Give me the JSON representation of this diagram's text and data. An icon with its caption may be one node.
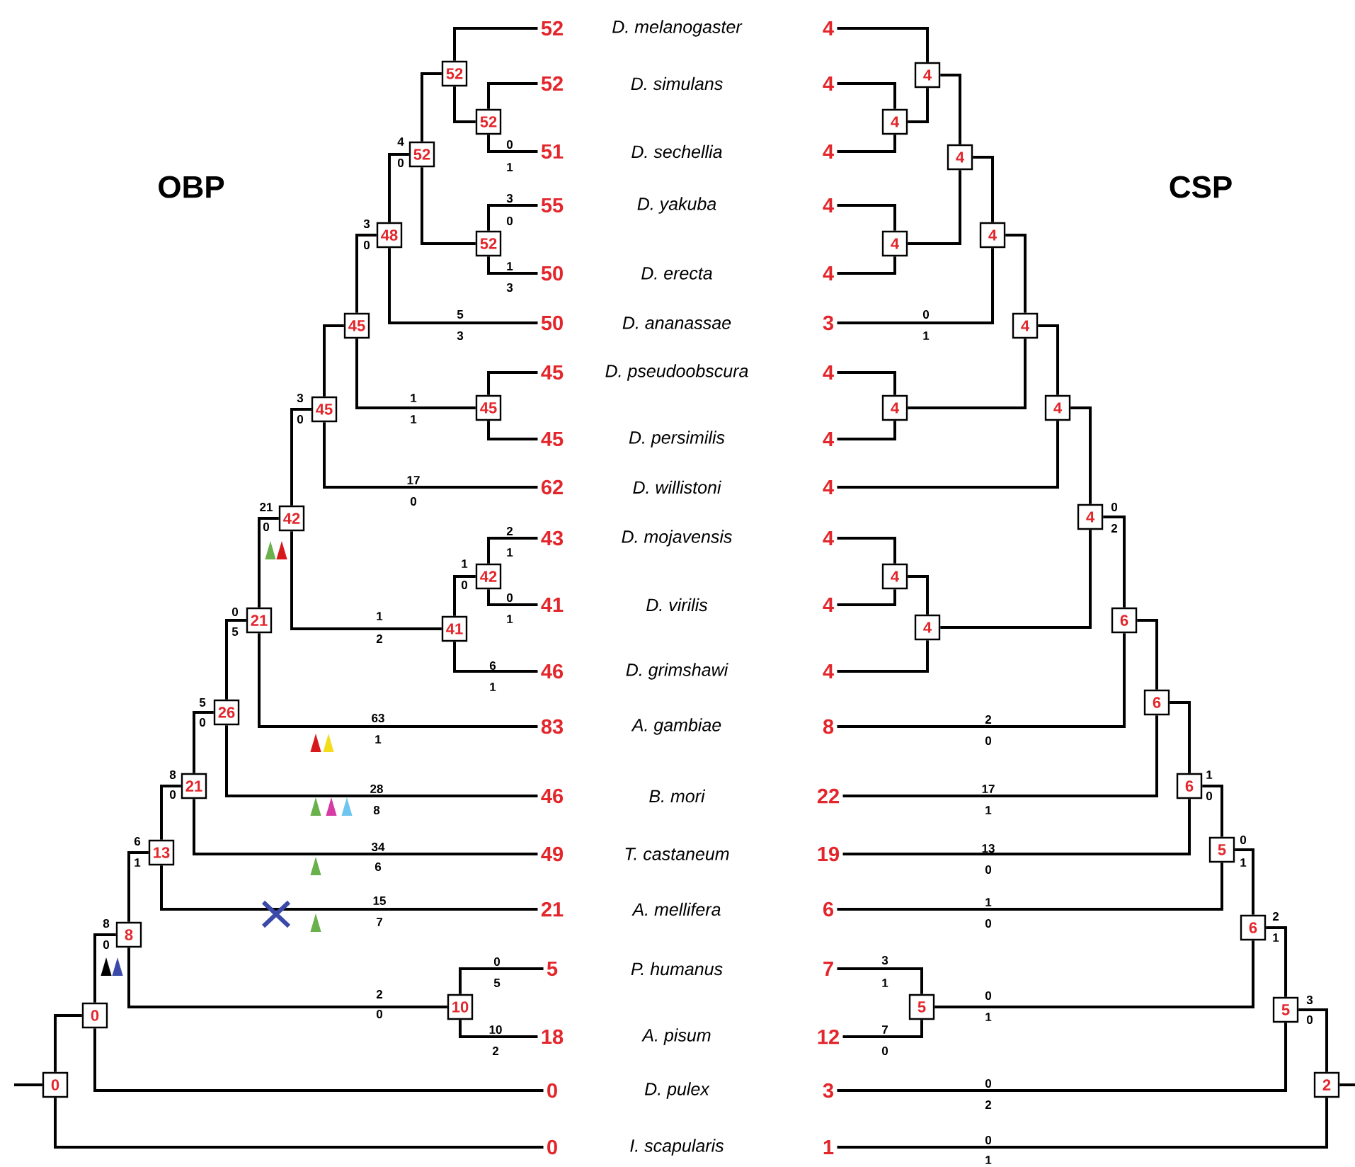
{
  "diagram": {
    "nodes": [
      {
        "text": [
          "52"
        ]
      },
      {
        "text": [
          "52"
        ]
      },
      {
        "text": [
          "51"
        ]
      },
      {
        "text": [
          "55"
        ]
      },
      {
        "text": [
          "50"
        ]
      },
      {
        "text": [
          "50"
        ]
      },
      {
        "text": [
          "45"
        ]
      },
      {
        "text": [
          "45"
        ]
      },
      {
        "text": [
          "62"
        ]
      },
      {
        "text": [
          "43"
        ]
      },
      {
        "text": [
          "41"
        ]
      },
      {
        "text": [
          "46"
        ]
      },
      {
        "text": [
          "83"
        ]
      },
      {
        "text": [
          "46"
        ]
      },
      {
        "text": [
          "49"
        ]
      },
      {
        "text": [
          "21"
        ]
      },
      {
        "text": [
          "5"
        ]
      },
      {
        "text": [
          "18"
        ]
      },
      {
        "text": [
          "0"
        ]
      },
      {
        "text": [
          "0"
        ]
      },
      {
        "text": [
          "4"
        ]
      },
      {
        "text": [
          "4"
        ]
      },
      {
        "text": [
          "4"
        ]
      },
      {
        "text": [
          "4"
        ]
      },
      {
        "text": [
          "4"
        ]
      },
      {
        "text": [
          "3"
        ]
      },
      {
        "text": [
          "4"
        ]
      },
      {
        "text": [
          "4"
        ]
      },
      {
        "text": [
          "4"
        ]
      },
      {
        "text": [
          "4"
        ]
      },
      {
        "text": [
          "4"
        ]
      },
      {
        "text": [
          "4"
        ]
      },
      {
        "text": [
          "8"
        ]
      },
      {
        "text": [
          "22"
        ]
      },
      {
        "text": [
          "19"
        ]
      },
      {
        "text": [
          "6"
        ]
      },
      {
        "text": [
          "7"
        ]
      },
      {
        "text": [
          "12"
        ]
      },
      {
        "text": [
          "3"
        ]
      },
      {
        "text": [
          "1"
        ]
      },
      {
        "text": [
          "52"
        ]
      },
      {
        "text": [
          "52"
        ]
      },
      {
        "text": [
          "52"
        ]
      },
      {
        "text": [
          "52"
        ]
      },
      {
        "text": [
          "48"
        ]
      },
      {
        "text": [
          "45"
        ]
      },
      {
        "text": [
          "45"
        ]
      },
      {
        "text": [
          "45"
        ]
      },
      {
        "text": [
          "42"
        ]
      },
      {
        "text": [
          "42"
        ]
      },
      {
        "text": [
          "41"
        ]
      },
      {
        "text": [
          "21"
        ]
      },
      {
        "text": [
          "26"
        ]
      },
      {
        "text": [
          "21"
        ]
      },
      {
        "text": [
          "13"
        ]
      },
      {
        "text": [
          "8"
        ]
      },
      {
        "text": [
          "10"
        ]
      },
      {
        "text": [
          "0"
        ]
      },
      {
        "text": [
          "0"
        ]
      },
      {
        "text": [
          "4"
        ]
      },
      {
        "text": [
          "4"
        ]
      },
      {
        "text": [
          "4"
        ]
      },
      {
        "text": [
          "4"
        ]
      },
      {
        "text": [
          "4"
        ]
      },
      {
        "text": [
          "4"
        ]
      },
      {
        "text": [
          "4"
        ]
      },
      {
        "text": [
          "4"
        ]
      },
      {
        "text": [
          "4"
        ]
      },
      {
        "text": [
          "4"
        ]
      },
      {
        "text": [
          "4"
        ]
      },
      {
        "text": [
          "6"
        ]
      },
      {
        "text": [
          "6"
        ]
      },
      {
        "text": [
          "6"
        ]
      },
      {
        "text": [
          "5"
        ]
      },
      {
        "text": [
          "6"
        ]
      },
      {
        "text": [
          "5"
        ]
      },
      {
        "text": [
          "5"
        ]
      },
      {
        "text": [
          "2"
        ]
      }
    ],
    "edges": [
      {
        "from": 40,
        "to": 0,
        "arrow": "none"
      },
      {
        "from": 40,
        "to": 41,
        "arrow": "none"
      },
      {
        "from": 41,
        "to": 1,
        "arrow": "none"
      },
      {
        "from": 41,
        "to": 2,
        "arrow": "none"
      },
      {
        "from": 42,
        "to": 40,
        "arrow": "none"
      },
      {
        "from": 42,
        "to": 43,
        "arrow": "none"
      },
      {
        "from": 43,
        "to": 3,
        "arrow": "none"
      },
      {
        "from": 43,
        "to": 4,
        "arrow": "none"
      },
      {
        "from": 44,
        "to": 42,
        "arrow": "none"
      },
      {
        "from": 44,
        "to": 5,
        "arrow": "none"
      },
      {
        "from": 45,
        "to": 44,
        "arrow": "none"
      },
      {
        "from": 45,
        "to": 46,
        "arrow": "none"
      },
      {
        "from": 46,
        "to": 6,
        "arrow": "none"
      },
      {
        "from": 46,
        "to": 7,
        "arrow": "none"
      },
      {
        "from": 47,
        "to": 45,
        "arrow": "none"
      },
      {
        "from": 47,
        "to": 8,
        "arrow": "none"
      },
      {
        "from": 48,
        "to": 47,
        "arrow": "none"
      },
      {
        "from": 48,
        "to": 50,
        "arrow": "none"
      },
      {
        "from": 50,
        "to": 49,
        "arrow": "none"
      },
      {
        "from": 50,
        "to": 11,
        "arrow": "none"
      },
      {
        "from": 49,
        "to": 9,
        "arrow": "none"
      },
      {
        "from": 49,
        "to": 10,
        "arrow": "none"
      },
      {
        "from": 51,
        "to": 48,
        "arrow": "none"
      },
      {
        "from": 51,
        "to": 12,
        "arrow": "none"
      },
      {
        "from": 52,
        "to": 51,
        "arrow": "none"
      },
      {
        "from": 52,
        "to": 13,
        "arrow": "none"
      },
      {
        "from": 53,
        "to": 52,
        "arrow": "none"
      },
      {
        "from": 53,
        "to": 14,
        "arrow": "none"
      },
      {
        "from": 54,
        "to": 53,
        "arrow": "none"
      },
      {
        "from": 54,
        "to": 15,
        "arrow": "none"
      },
      {
        "from": 55,
        "to": 54,
        "arrow": "none"
      },
      {
        "from": 55,
        "to": 56,
        "arrow": "none"
      },
      {
        "from": 56,
        "to": 16,
        "arrow": "none"
      },
      {
        "from": 56,
        "to": 17,
        "arrow": "none"
      },
      {
        "from": 57,
        "to": 55,
        "arrow": "none"
      },
      {
        "from": 57,
        "to": 18,
        "arrow": "none"
      },
      {
        "from": 58,
        "to": 57,
        "arrow": "none"
      },
      {
        "from": 58,
        "to": 19,
        "arrow": "none"
      },
      {
        "from": 58,
        "to": null,
        "arrow": "none"
      },
      {
        "from": 59,
        "to": 20,
        "arrow": "none"
      },
      {
        "from": 59,
        "to": 60,
        "arrow": "none"
      },
      {
        "from": 60,
        "to": 21,
        "arrow": "none"
      },
      {
        "from": 60,
        "to": 22,
        "arrow": "none"
      },
      {
        "from": 61,
        "to": 59,
        "arrow": "none"
      },
      {
        "from": 61,
        "to": 62,
        "arrow": "none"
      },
      {
        "from": 62,
        "to": 23,
        "arrow": "none"
      },
      {
        "from": 62,
        "to": 24,
        "arrow": "none"
      },
      {
        "from": 63,
        "to": 61,
        "arrow": "none"
      },
      {
        "from": 63,
        "to": 25,
        "arrow": "none"
      },
      {
        "from": 64,
        "to": 63,
        "arrow": "none"
      },
      {
        "from": 64,
        "to": 65,
        "arrow": "none"
      },
      {
        "from": 65,
        "to": 26,
        "arrow": "none"
      },
      {
        "from": 65,
        "to": 27,
        "arrow": "none"
      },
      {
        "from": 66,
        "to": 64,
        "arrow": "none"
      },
      {
        "from": 66,
        "to": 28,
        "arrow": "none"
      },
      {
        "from": 67,
        "to": 66,
        "arrow": "none"
      },
      {
        "from": 67,
        "to": 69,
        "arrow": "none"
      },
      {
        "from": 69,
        "to": 68,
        "arrow": "none"
      },
      {
        "from": 69,
        "to": 31,
        "arrow": "none"
      },
      {
        "from": 68,
        "to": 29,
        "arrow": "none"
      },
      {
        "from": 68,
        "to": 30,
        "arrow": "none"
      },
      {
        "from": 70,
        "to": 67,
        "arrow": "none"
      },
      {
        "from": 70,
        "to": 32,
        "arrow": "none"
      },
      {
        "from": 71,
        "to": 70,
        "arrow": "none"
      },
      {
        "from": 71,
        "to": 33,
        "arrow": "none"
      },
      {
        "from": 72,
        "to": 71,
        "arrow": "none"
      },
      {
        "from": 72,
        "to": 34,
        "arrow": "none"
      },
      {
        "from": 73,
        "to": 72,
        "arrow": "none"
      },
      {
        "from": 73,
        "to": 35,
        "arrow": "none"
      },
      {
        "from": 74,
        "to": 73,
        "arrow": "none"
      },
      {
        "from": 74,
        "to": 75,
        "arrow": "none"
      },
      {
        "from": 75,
        "to": 36,
        "arrow": "none"
      },
      {
        "from": 75,
        "to": 37,
        "arrow": "none"
      },
      {
        "from": 76,
        "to": 74,
        "arrow": "none"
      },
      {
        "from": 76,
        "to": 38,
        "arrow": "none"
      },
      {
        "from": 77,
        "to": 76,
        "arrow": "none"
      },
      {
        "from": 77,
        "to": 39,
        "arrow": "none"
      },
      {
        "from": 77,
        "to": null,
        "arrow": "none"
      }
    ],
    "labels": [
      "OBP",
      "CSP",
      "*D. melanogaster*",
      "*D. simulans*",
      "*D. sechellia*",
      "*D. yakuba*",
      "*D. erecta*",
      "*D. ananassae*",
      "*D. pseudoobscura*",
      "*D. persimilis*",
      "*D. willistoni*",
      "*D. mojavensis*",
      "*D. virilis*",
      "*D. grimshawi*",
      "*A. gambiae*",
      "*B. mori*",
      "*T. castaneum*",
      "*A. mellifera*",
      "*P. humanus*",
      "*A. pisum*",
      "*D. pulex*",
      "*I. scapularis*",
      "0",
      "1",
      "3",
      "0",
      "1",
      "3",
      "4",
      "0",
      "3",
      "0",
      "5",
      "3",
      "1",
      "1",
      "3",
      "0",
      "17",
      "0",
      "21",
      "0",
      "2",
      "1",
      "0",
      "1",
      "1",
      "0",
      "1",
      "2",
      "6",
      "1",
      "0",
      "5",
      "63",
      "1",
      "5",
      "0",
      "28",
      "8",
      "8",
      "0",
      "34",
      "6",
      "6",
      "1",
      "15",
      "7",
      "8",
      "0",
      "2",
      "0",
      "0",
      "5",
      "10",
      "2",
      "0",
      "1",
      "0",
      "2",
      "2",
      "0",
      "17",
      "1",
      "1",
      "0",
      "13",
      "0",
      "0",
      "1",
      "1",
      "0",
      "2",
      "1",
      "3",
      "1",
      "7",
      "0",
      "0",
      "1",
      "3",
      "0",
      "0",
      "2",
      "0",
      "1"
    ]
  }
}
